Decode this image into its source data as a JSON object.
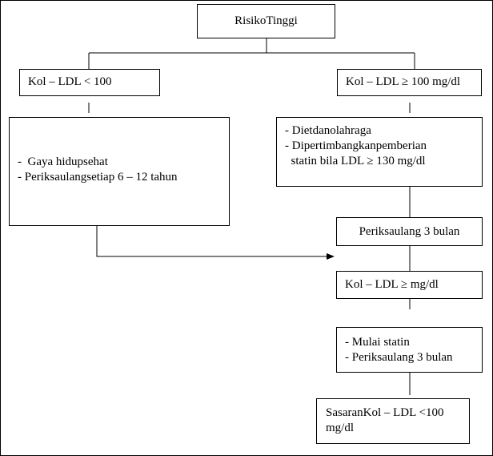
{
  "nodes": {
    "root": {
      "text": "RisikoTinggi"
    },
    "left_condition": {
      "text": "Kol – LDL < 100"
    },
    "right_condition": {
      "text": "Kol – LDL ≥ 100 mg/dl"
    },
    "left_action": {
      "lines": [
        "-  Gaya hidupsehat",
        "- Periksaulangsetiap 6 – 12 tahun"
      ]
    },
    "right_action": {
      "lines": [
        "- Dietdanolahraga",
        "- Dipertimbangkanpemberian",
        "  statin bila LDL ≥ 130 mg/dl"
      ]
    },
    "recheck": {
      "text": "Periksaulang 3 bulan"
    },
    "condition_2": {
      "text": "Kol – LDL ≥  mg/dl"
    },
    "statin_action": {
      "lines": [
        "- Mulai statin",
        "- Periksaulang 3 bulan"
      ]
    },
    "target": {
      "lines": [
        "SasaranKol – LDL <100",
        "mg/dl"
      ]
    }
  }
}
